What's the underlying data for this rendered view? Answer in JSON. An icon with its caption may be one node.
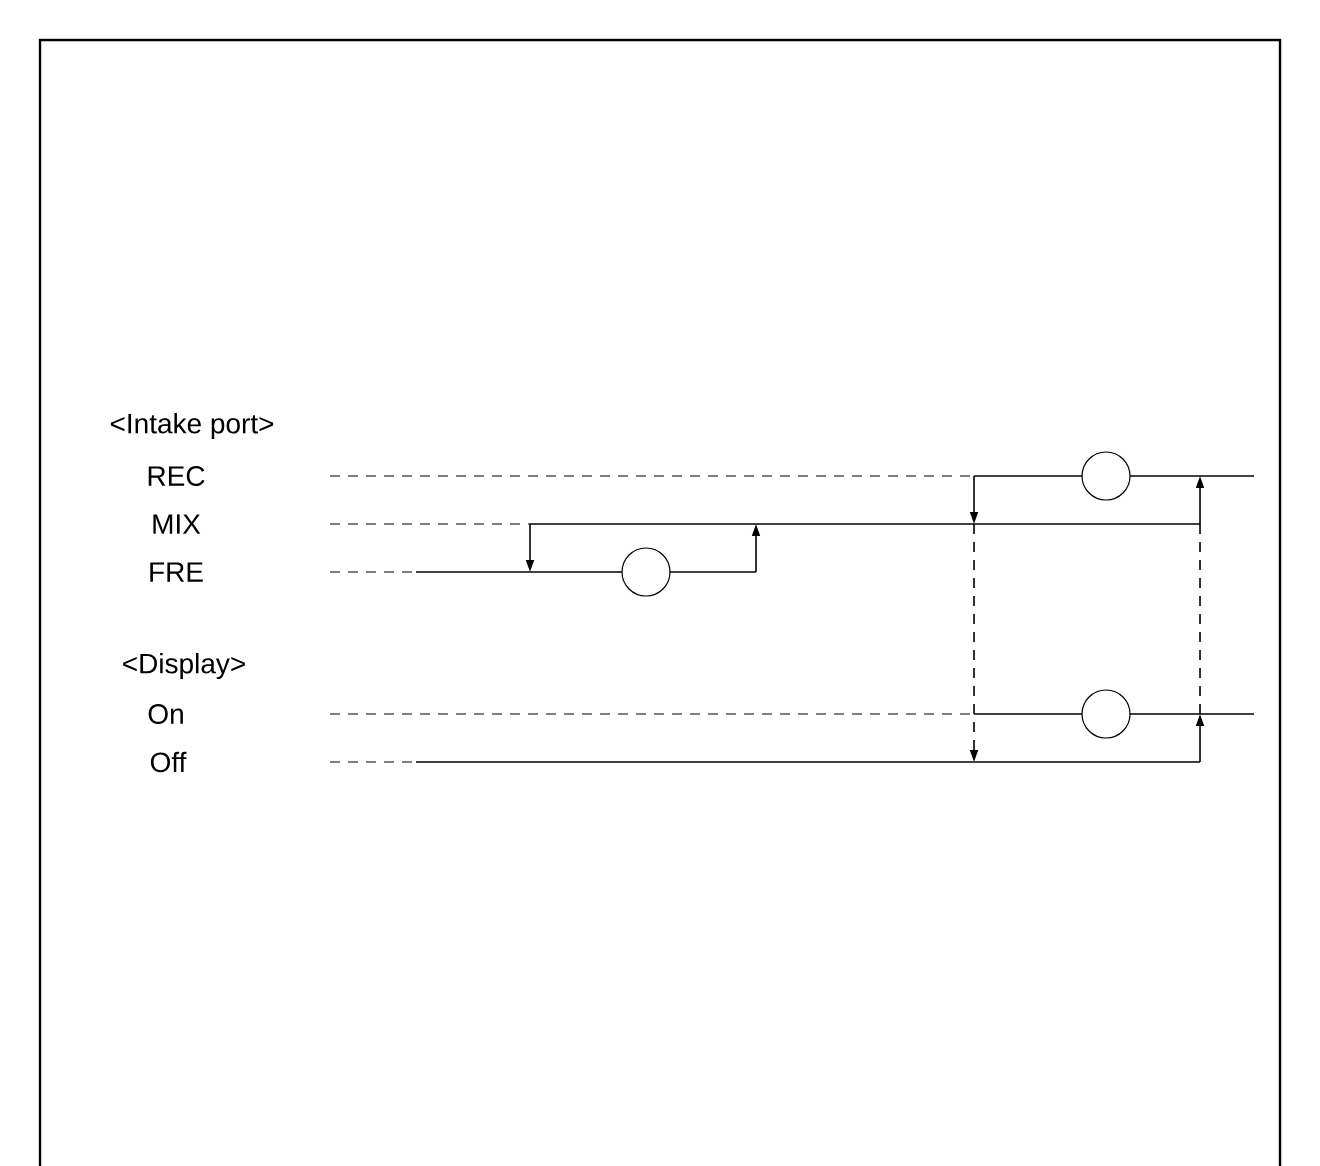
{
  "diagram": {
    "labels": [
      "<Intake port>",
      "REC",
      "MIX",
      "FRE",
      "<Display>",
      "On",
      "Off"
    ]
  }
}
